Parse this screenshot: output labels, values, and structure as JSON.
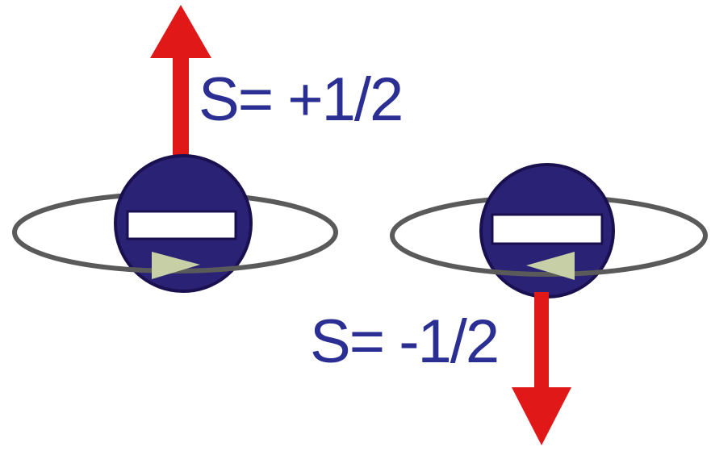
{
  "electrons": [
    {
      "id": "spin-up",
      "label": "S= +1/2",
      "spin_arrow_direction": "up",
      "rotation_direction": "right"
    },
    {
      "id": "spin-down",
      "label": "S= -1/2",
      "spin_arrow_direction": "down",
      "rotation_direction": "left"
    }
  ],
  "colors": {
    "electron_fill": "#2a2275",
    "electron_outline": "#1a1050",
    "minus_bar": "#ffffff",
    "spin_arrow": "#e01818",
    "orbit_ring": "#5a5a5a",
    "rotation_arrow": "#c7cfa6",
    "label_text": "#2b2f93"
  }
}
